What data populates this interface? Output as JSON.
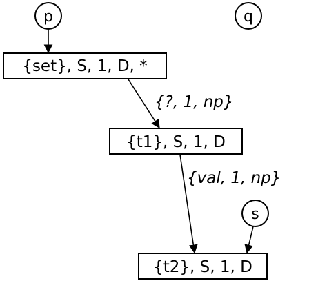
{
  "nodes": {
    "p": "p",
    "q": "q",
    "s": "s"
  },
  "boxes": {
    "set": "{set}, S, 1, D, *",
    "t1": "{t1}, S, 1, D",
    "t2": "{t2}, S, 1, D"
  },
  "edges": {
    "set_to_t1": "{?, 1, np}",
    "t1_to_t2": "{val, 1, np}"
  },
  "colors": {
    "stroke": "#000000",
    "fill": "#ffffff"
  }
}
